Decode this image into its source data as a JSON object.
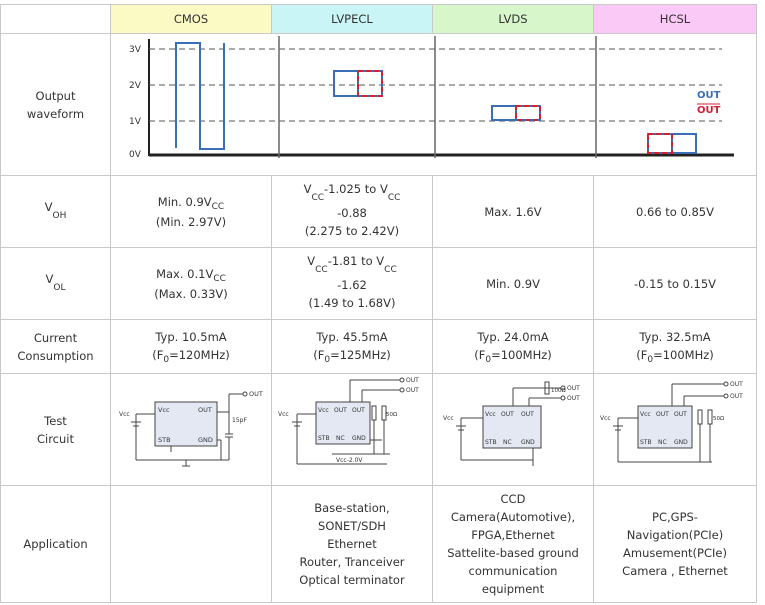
{
  "columns": [
    "CMOS",
    "LVPECL",
    "LVDS",
    "HCSL"
  ],
  "rows": {
    "waveform": {
      "label": "Output\nwaveform",
      "y_labels": [
        "3V",
        "2V",
        "1V",
        "0V"
      ],
      "legend_out": "OUT",
      "legend_outbar": "OUT"
    },
    "voh": {
      "label_v": "V",
      "label_sub": "OH",
      "cmos": {
        "l1_pre": "Min. 0.9V",
        "l1_sub": "CC",
        "l2": "(Min. 2.97V)"
      },
      "lvpecl": {
        "l1_v1": "V",
        "l1_sub1": "CC",
        "l1_mid": "-1.025 to V",
        "l1_sub2": "CC",
        "l2": "-0.88",
        "l3": "(2.275 to 2.42V)"
      },
      "lvds": "Max. 1.6V",
      "hcsl": "0.66 to 0.85V"
    },
    "vol": {
      "label_v": "V",
      "label_sub": "OL",
      "cmos": {
        "l1_pre": "Max. 0.1V",
        "l1_sub": "CC",
        "l2": "(Max. 0.33V)"
      },
      "lvpecl": {
        "l1_v1": "V",
        "l1_sub1": "CC",
        "l1_mid": "-1.81 to V",
        "l1_sub2": "CC",
        "l2": "-1.62",
        "l3": "(1.49 to 1.68V)"
      },
      "lvds": "Min. 0.9V",
      "hcsl": "-0.15 to 0.15V"
    },
    "current": {
      "label_l1": "Current",
      "label_l2": "Consumption",
      "cmos": {
        "l1": "Typ. 10.5mA",
        "l2_pre": "(F",
        "l2_sub": "0",
        "l2_post": "=120MHz)"
      },
      "lvpecl": {
        "l1": "Typ. 45.5mA",
        "l2_pre": "(F",
        "l2_sub": "0",
        "l2_post": "=125MHz)"
      },
      "lvds": {
        "l1": "Typ. 24.0mA",
        "l2_pre": "(F",
        "l2_sub": "0",
        "l2_post": "=100MHz)"
      },
      "hcsl": {
        "l1": "Typ. 32.5mA",
        "l2_pre": "(F",
        "l2_sub": "0",
        "l2_post": "=100MHz)"
      }
    },
    "test_circuit": {
      "label_l1": "Test",
      "label_l2": "Circuit",
      "vcc": "Vcc",
      "vcc_pin": "Vcc",
      "out_pin": "OUT",
      "out_label": "OUT",
      "stb": "STB",
      "gnd": "GND",
      "nc": "NC",
      "cap": "15pF",
      "res100": "100Ω",
      "res50": "50Ω",
      "vcc_minus": "Vcc-2.0V"
    },
    "application": {
      "label": "Application",
      "cmos": [],
      "lvpecl": [
        "Base-station,",
        "SONET/SDH",
        "Ethernet",
        "Router, Tranceiver",
        "Optical terminator"
      ],
      "lvds": [
        "CCD",
        "Camera(Automotive),",
        "FPGA,Ethernet",
        "Sattelite-based ground",
        "communication",
        "equipment"
      ],
      "hcsl": [
        "PC,GPS-",
        "Navigation(PCIe)",
        "Amusement(PCIe)",
        "Camera , Ethernet"
      ]
    }
  },
  "colors": {
    "cmos_header": "#fbfac4",
    "lvpecl_header": "#caf5f6",
    "lvds_header": "#d7f6c9",
    "hcsl_header": "#fbc9f6",
    "out_blue": "#3a6fb5",
    "outbar_red": "#cc2233"
  }
}
